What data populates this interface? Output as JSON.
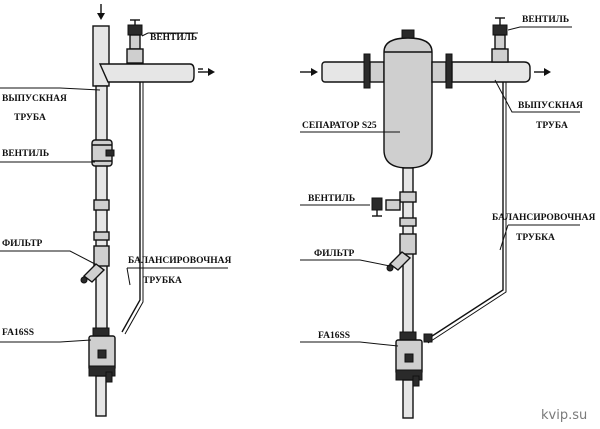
{
  "left": {
    "labels": {
      "valve_top": "ВЕНТИЛЬ",
      "discharge_1": "ВЫПУСКНАЯ",
      "discharge_2": "ТРУБА",
      "valve_mid": "ВЕНТИЛЬ",
      "filter": "ФИЛЬТР",
      "balancing_1": "БАЛАНСИРОВОЧНАЯ",
      "balancing_2": "ТРУБКА",
      "device": "FA16SS"
    }
  },
  "right": {
    "labels": {
      "valve_top": "ВЕНТИЛЬ",
      "separator": "СЕПАРАТОР S25",
      "discharge_1": "ВЫПУСКНАЯ",
      "discharge_2": "ТРУБА",
      "valve_mid": "ВЕНТИЛЬ",
      "balancing_1": "БАЛАНСИРОВОЧНАЯ",
      "balancing_2": "ТРУБКА",
      "filter": "ФИЛЬТР",
      "device": "FA16SS"
    }
  },
  "watermark": "kvip.su"
}
